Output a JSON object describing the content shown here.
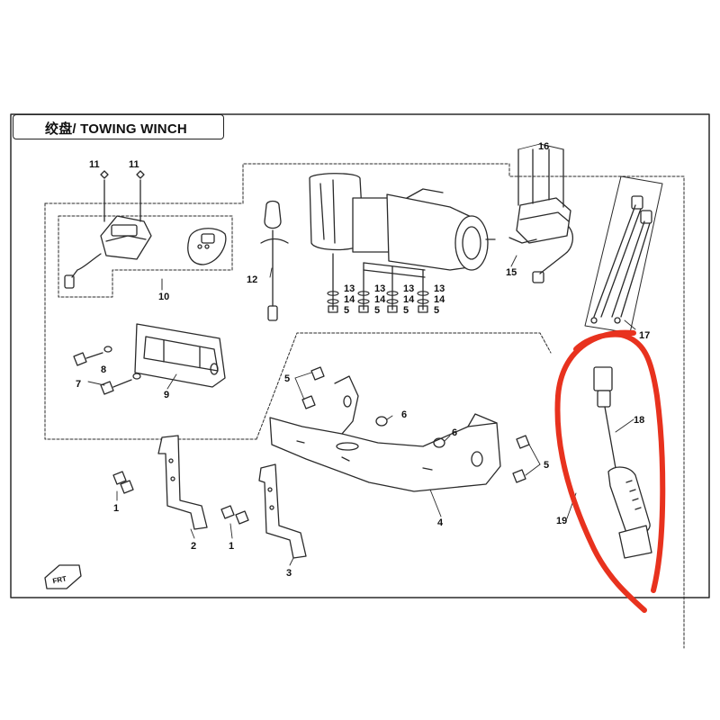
{
  "title": "绞盘/ TOWING WINCH",
  "colors": {
    "line": "#2a2a2a",
    "highlight": "#e8321e",
    "background": "#ffffff"
  },
  "callouts": {
    "c1a": "1",
    "c1b": "1",
    "c2": "2",
    "c3": "3",
    "c4": "4",
    "c5a": "5",
    "c5b": "5",
    "c5c": "5",
    "c5d": "5",
    "c5e": "5",
    "c6a": "6",
    "c6b": "6",
    "c7": "7",
    "c8": "8",
    "c9": "9",
    "c10": "10",
    "c11a": "11",
    "c11b": "11",
    "c12": "12",
    "c13a": "13",
    "c13b": "13",
    "c13c": "13",
    "c13d": "13",
    "c14a": "14",
    "c14b": "14",
    "c14c": "14",
    "c14d": "14",
    "c15": "15",
    "c16": "16",
    "c17": "17",
    "c18": "18",
    "c19": "19"
  },
  "front_marker_label": "FRT"
}
